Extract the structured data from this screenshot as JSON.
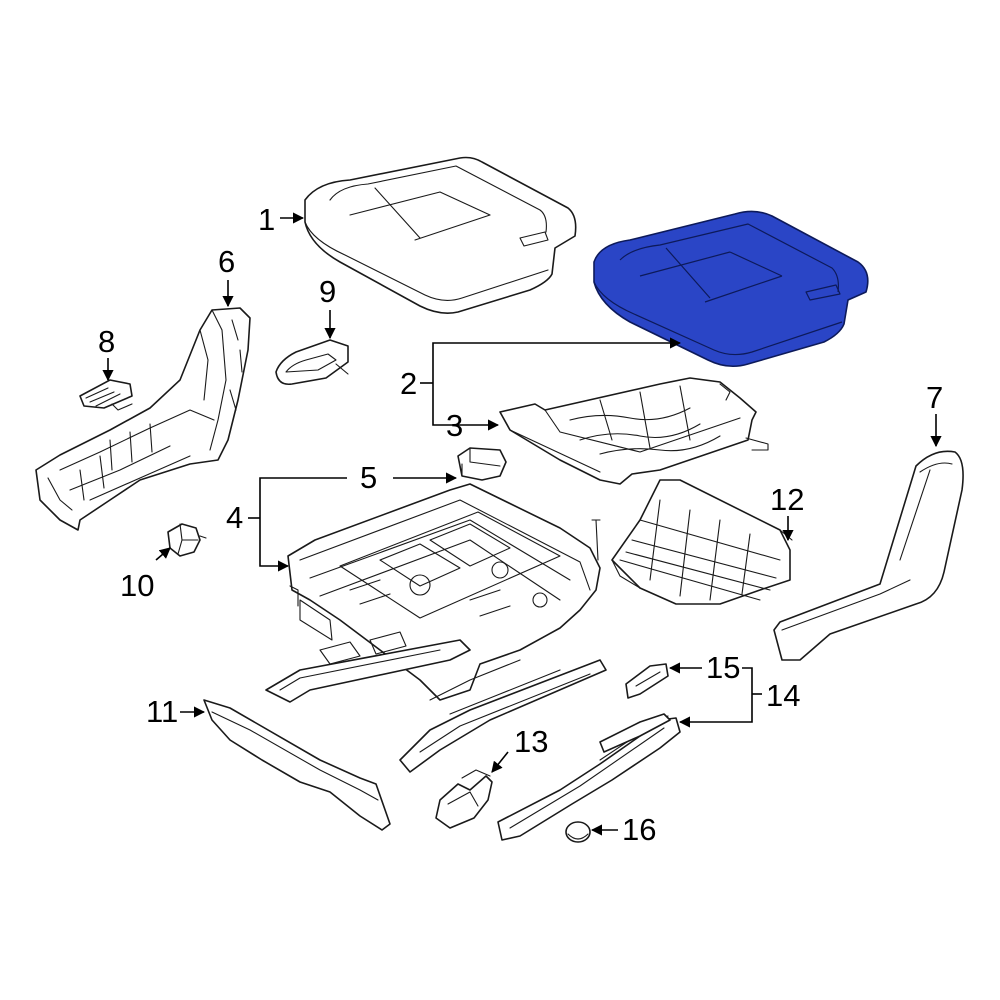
{
  "callouts": {
    "c1": "1",
    "c2": "2",
    "c3": "3",
    "c4": "4",
    "c5": "5",
    "c6": "6",
    "c7": "7",
    "c8": "8",
    "c9": "9",
    "c10": "10",
    "c11": "11",
    "c12": "12",
    "c13": "13",
    "c14": "14",
    "c15": "15",
    "c16": "16"
  },
  "highlighted_part": "2",
  "colors": {
    "highlight_fill": "#2a45c6",
    "line": "#1a1a1a",
    "background": "#ffffff"
  }
}
